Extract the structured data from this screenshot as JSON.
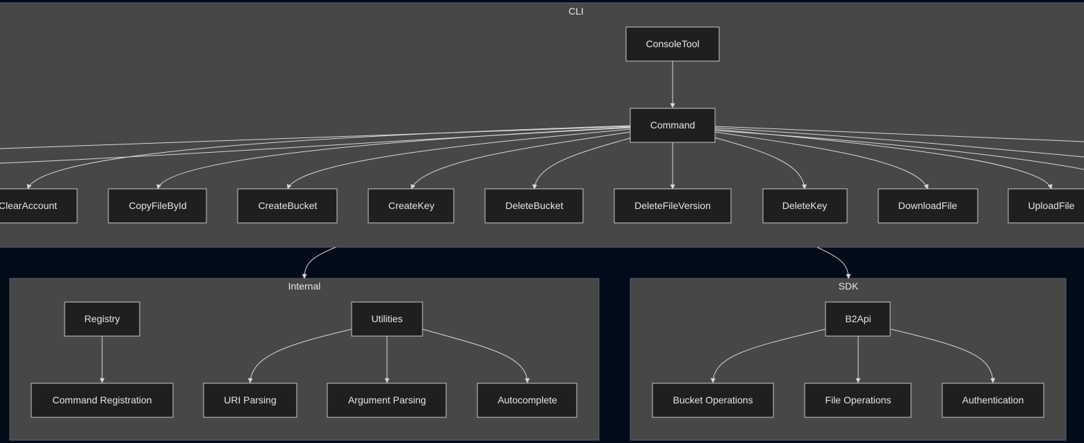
{
  "clusters": {
    "cli": {
      "label": "CLI"
    },
    "internal": {
      "label": "Internal"
    },
    "sdk": {
      "label": "SDK"
    }
  },
  "nodes": {
    "console_tool": "ConsoleTool",
    "command": "Command",
    "clear_account": "ClearAccount",
    "copy_file_by_id": "CopyFileById",
    "create_bucket": "CreateBucket",
    "create_key": "CreateKey",
    "delete_bucket": "DeleteBucket",
    "delete_file_version": "DeleteFileVersion",
    "delete_key": "DeleteKey",
    "download_file": "DownloadFile",
    "upload_file": "UploadFile",
    "registry": "Registry",
    "command_registration": "Command Registration",
    "utilities": "Utilities",
    "uri_parsing": "URI Parsing",
    "argument_parsing": "Argument Parsing",
    "autocomplete": "Autocomplete",
    "b2api": "B2Api",
    "bucket_operations": "Bucket Operations",
    "file_operations": "File Operations",
    "authentication": "Authentication"
  },
  "edges": [
    [
      "console_tool",
      "command"
    ],
    [
      "command",
      "clear_account"
    ],
    [
      "command",
      "copy_file_by_id"
    ],
    [
      "command",
      "create_bucket"
    ],
    [
      "command",
      "create_key"
    ],
    [
      "command",
      "delete_bucket"
    ],
    [
      "command",
      "delete_file_version"
    ],
    [
      "command",
      "delete_key"
    ],
    [
      "command",
      "download_file"
    ],
    [
      "command",
      "upload_file"
    ],
    [
      "registry",
      "command_registration"
    ],
    [
      "utilities",
      "uri_parsing"
    ],
    [
      "utilities",
      "argument_parsing"
    ],
    [
      "utilities",
      "autocomplete"
    ],
    [
      "b2api",
      "bucket_operations"
    ],
    [
      "b2api",
      "file_operations"
    ],
    [
      "b2api",
      "authentication"
    ],
    [
      "cli",
      "internal"
    ],
    [
      "cli",
      "sdk"
    ]
  ],
  "colors": {
    "background": "#020b18",
    "cluster_fill": "#474747",
    "node_fill": "#1f1f1f",
    "node_border": "#c8c8c8",
    "edge": "#d9d9d9",
    "text": "#e6e6e6"
  }
}
